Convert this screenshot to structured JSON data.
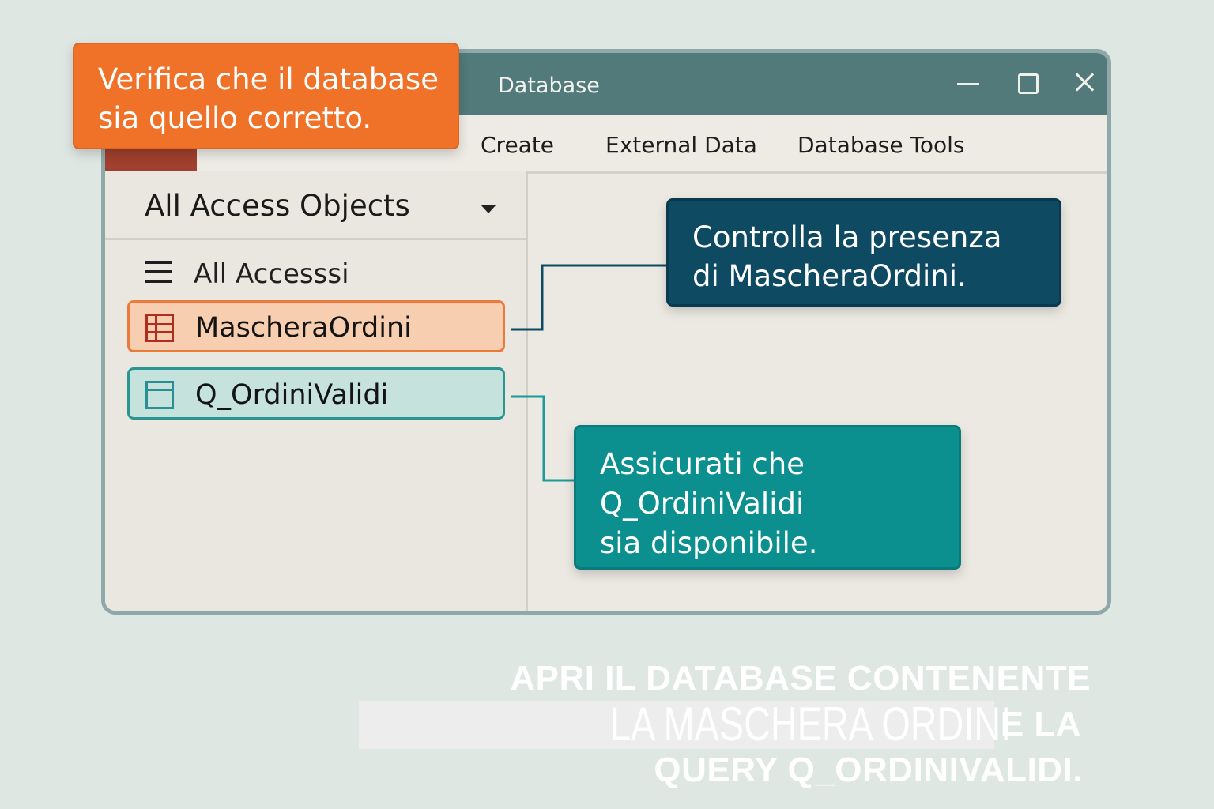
{
  "window": {
    "title": "Database",
    "controls": [
      "minimize-icon",
      "maximize-icon",
      "close-icon"
    ]
  },
  "ribbon": {
    "tabs": [
      "Create",
      "External Data",
      "Database Tools"
    ],
    "file_tab_color": "#a0402f"
  },
  "navigation_pane": {
    "header": "All Access Objects",
    "group_label": "All Accesssi",
    "objects": [
      {
        "label": "MascheraOrdini",
        "icon": "table-icon"
      },
      {
        "label": "Q_OrdiniValidi",
        "icon": "form-icon"
      }
    ]
  },
  "callouts": {
    "database_check": [
      "Verifica che il database",
      "sia quello corretto."
    ],
    "mascheraordini_check": [
      "Controlla la presenza",
      "di MascheraOrdini."
    ],
    "query_check": [
      "Assicurati che",
      "Q_OrdiniValidi",
      "sia disponibile."
    ]
  },
  "caption": {
    "line1": "APRI IL DATABASE CONTENENTE",
    "line2_highlight": "LA MASCHERA ORDINI",
    "line2_rest": "E LA",
    "line3": "QUERY Q_ORDINIVALIDI."
  },
  "colors": {
    "titlebar": "#527a7a",
    "orange_callout": "#f07128",
    "navy_callout": "#0f4a63",
    "teal_callout": "#0b8f8f",
    "orange_item": "#f7cfb0",
    "teal_item": "#c6e2dc"
  }
}
